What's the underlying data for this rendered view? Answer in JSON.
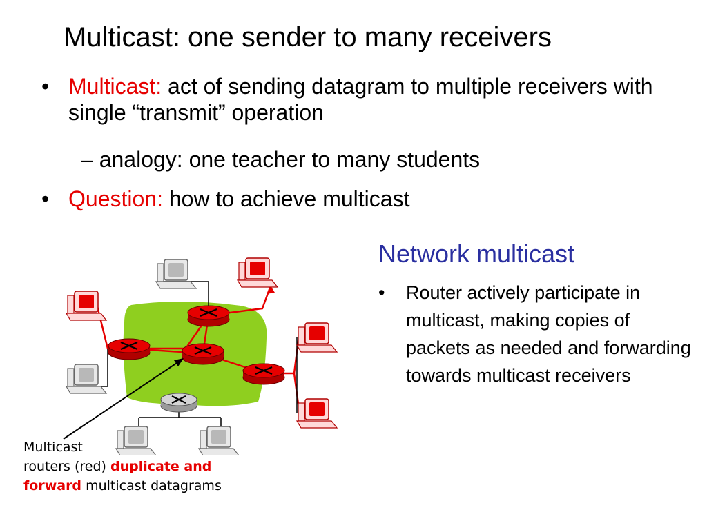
{
  "slide": {
    "title": "Multicast: one sender to many receivers",
    "bullets": [
      {
        "marker": "•",
        "label": "Multicast:",
        "text": " act of sending datagram to multiple receivers with single “transmit” operation"
      },
      {
        "marker": "–",
        "text": " analogy: one teacher to many students"
      },
      {
        "marker": "•",
        "label": "Question:",
        "text": " how to achieve multicast"
      }
    ],
    "network": {
      "heading": "Network multicast",
      "marker": "•",
      "text": "Router actively participate in multicast, making copies of packets as needed and forwarding towards multicast receivers"
    },
    "caption": {
      "line1": "Multicast",
      "line2": "routers (red) ",
      "line2_em": "duplicate and",
      "line3_em": "forward",
      "line3": " multicast datagrams"
    }
  },
  "colors": {
    "emphasis": "#e60000",
    "heading": "#2a2fa0",
    "network_cloud": "#8fcf1f",
    "multicast_router": "#e60000",
    "plain_router": "#c8c8c8"
  },
  "icons": {
    "router": "router-icon",
    "receiving_host": "computer-icon-red",
    "other_host": "computer-icon-gray"
  }
}
